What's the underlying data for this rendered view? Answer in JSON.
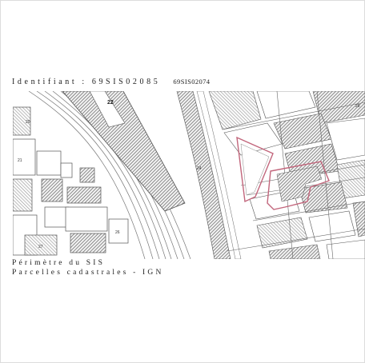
{
  "map": {
    "identifier_label": "Identifiant :",
    "identifier_primary": "69SIS02085",
    "identifier_secondary": "69SIS02074",
    "parcel_labels": [
      "22",
      "20",
      "21",
      "24",
      "26",
      "27",
      "28"
    ],
    "legend": {
      "perimeter": "Périmètre du SIS",
      "parcels": "Parcelles cadastrales - IGN"
    }
  },
  "colors": {
    "perimeter": "#c2667c",
    "hatch": "#6f6f6f",
    "parcel_line": "#555555"
  }
}
